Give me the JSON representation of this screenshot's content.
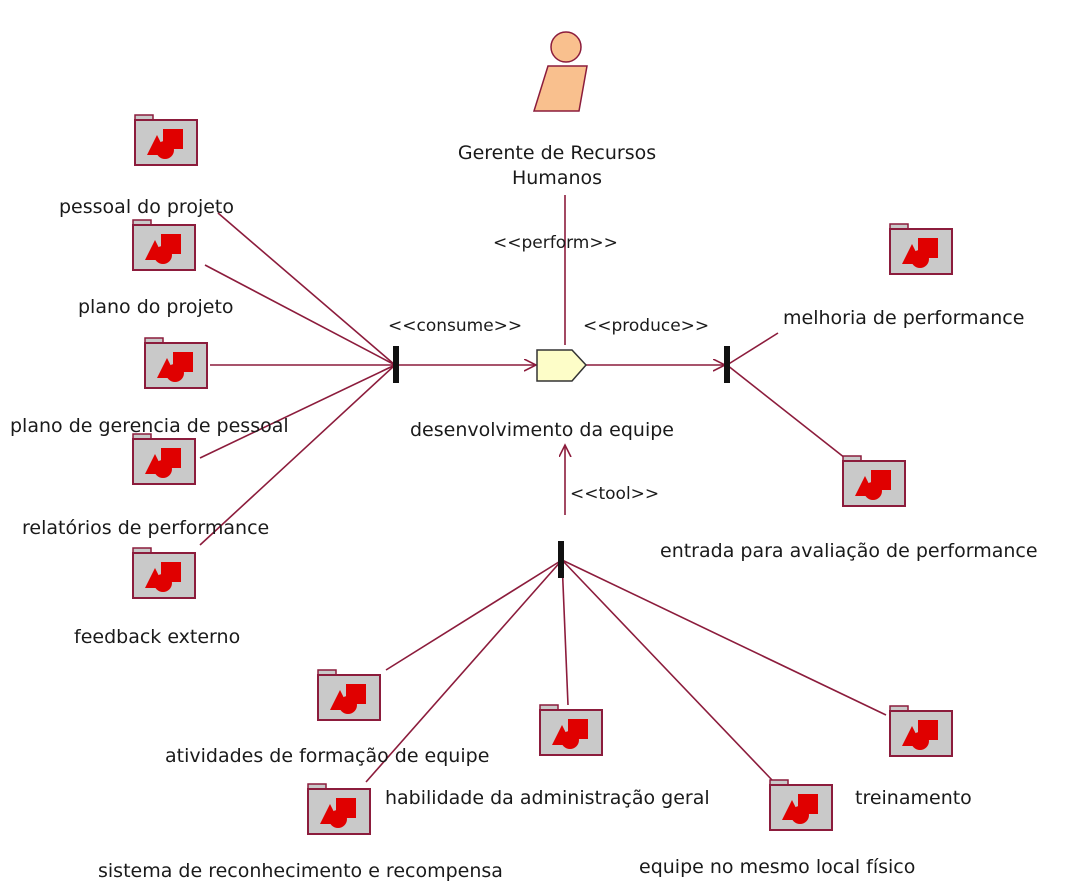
{
  "diagram": {
    "actor": {
      "name_line1": "Gerente de Recursos",
      "name_line2": "Humanos",
      "icon": "actor-icon"
    },
    "activity": {
      "label": "desenvolvimento da equipe",
      "icon": "activity-pentagon-icon"
    },
    "stereotypes": {
      "perform": "<<perform>>",
      "consume": "<<consume>>",
      "produce": "<<produce>>",
      "tool": "<<tool>>"
    },
    "inputs": [
      "pessoal do projeto",
      "plano do projeto",
      "plano de gerencia de pessoal",
      "relatórios de performance",
      "feedback externo"
    ],
    "outputs": [
      "melhoria de performance",
      "entrada para avaliação de performance"
    ],
    "tools": [
      "atividades de formação de equipe",
      "sistema de reconhecimento e recompensa",
      "habilidade da administração geral",
      "equipe no mesmo local físico",
      "treinamento"
    ],
    "colors": {
      "line": "#8c1c3c",
      "folder_fill": "#c9c9c9",
      "folder_border": "#8c1c3c",
      "shape_red": "#e00000",
      "actor_fill": "#f9c08e",
      "activity_fill": "#fdfdc8",
      "bar": "#111111"
    }
  }
}
